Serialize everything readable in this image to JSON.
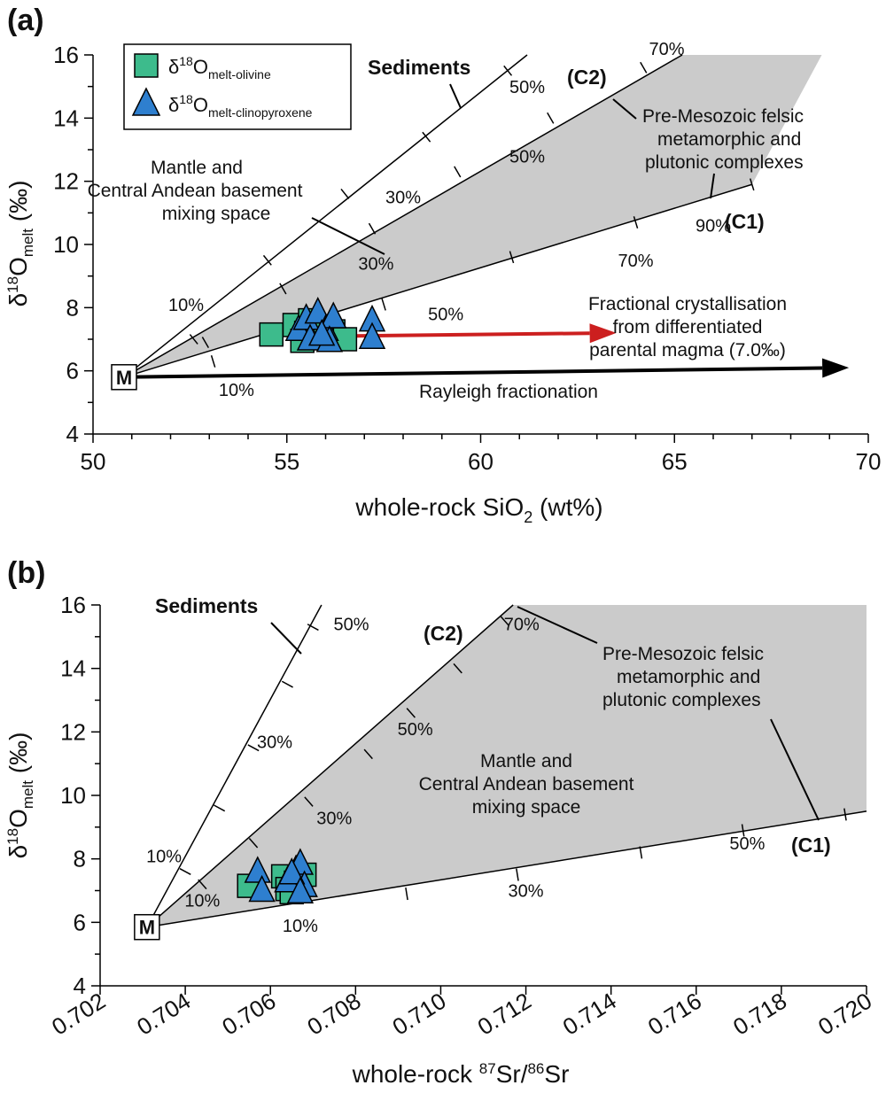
{
  "chart_data": [
    {
      "type": "scatter",
      "panel_label": "(a)",
      "xlabel_main": "whole-rock SiO",
      "xlabel_sub": "2",
      "xlabel_tail": " (wt%)",
      "ylabel_main": "δ",
      "ylabel_sup": "18",
      "ylabel_o": "O",
      "ylabel_sub": "melt",
      "ylabel_tail": " (‰)",
      "xlim": [
        50,
        70
      ],
      "ylim": [
        4,
        16
      ],
      "xticks": [
        50,
        55,
        60,
        65,
        70
      ],
      "xtick_labels": [
        "50",
        "55",
        "60",
        "65",
        "70"
      ],
      "yticks": [
        4,
        6,
        8,
        10,
        12,
        14,
        16
      ],
      "ytick_labels": [
        "4",
        "6",
        "8",
        "10",
        "12",
        "14",
        "16"
      ],
      "grid": false,
      "legend_position": "top-left",
      "legend": [
        {
          "marker": "square",
          "label_main": "δ",
          "label_sup": "18",
          "label_o": "O",
          "label_sub": "melt-olivine",
          "color": "#3dbb8c"
        },
        {
          "marker": "triangle",
          "label_main": "δ",
          "label_sup": "18",
          "label_o": "O",
          "label_sub": "melt-clinopyroxene",
          "color": "#2e7fcf"
        }
      ],
      "mantle_point": {
        "x": 50.8,
        "y": 5.8,
        "label": "M"
      },
      "shaded_region": [
        [
          50.8,
          5.8
        ],
        [
          65.2,
          16
        ],
        [
          68.8,
          16
        ],
        [
          67.0,
          11.9
        ]
      ],
      "mixing_curves": [
        {
          "name": "Sediments",
          "end": [
            61.2,
            16
          ],
          "ticks": [
            [
              52.6,
              7.0
            ],
            [
              54.5,
              9.5
            ],
            [
              56.5,
              11.6
            ],
            [
              58.6,
              13.4
            ],
            [
              60.7,
              15.5
            ]
          ],
          "tick_labels": [
            {
              "text": "10%",
              "x": 52.4,
              "y": 7.9
            },
            {
              "text": "30%",
              "x": 58.0,
              "y": 11.3
            },
            {
              "text": "50%",
              "x": 61.2,
              "y": 14.8
            }
          ]
        },
        {
          "name": "C2",
          "end": [
            65.2,
            16
          ],
          "ticks": [
            [
              52.9,
              6.9
            ],
            [
              54.9,
              8.6
            ],
            [
              57.2,
              10.5
            ],
            [
              59.4,
              12.3
            ],
            [
              61.8,
              14.0
            ],
            [
              64.2,
              15.6
            ]
          ],
          "tick_labels": [
            {
              "text": "30%",
              "x": 57.3,
              "y": 9.2
            },
            {
              "text": "50%",
              "x": 61.2,
              "y": 12.6
            },
            {
              "text": "70%",
              "x": 64.8,
              "y": 16.0
            }
          ]
        },
        {
          "name": "C1",
          "end": [
            67.0,
            11.9
          ],
          "ticks": [
            [
              53.1,
              6.3
            ],
            [
              57.5,
              8.1
            ],
            [
              60.8,
              9.6
            ],
            [
              64.0,
              10.7
            ],
            [
              67.0,
              11.9
            ]
          ],
          "tick_labels": [
            {
              "text": "10%",
              "x": 53.7,
              "y": 5.2
            },
            {
              "text": "50%",
              "x": 59.1,
              "y": 7.6
            },
            {
              "text": "70%",
              "x": 64.0,
              "y": 9.3
            },
            {
              "text": "90%",
              "x": 66.0,
              "y": 10.4
            }
          ]
        }
      ],
      "olivine_points": [
        {
          "x": 54.6,
          "y": 7.15
        },
        {
          "x": 55.2,
          "y": 7.45
        },
        {
          "x": 55.5,
          "y": 7.2
        },
        {
          "x": 55.8,
          "y": 7.05
        },
        {
          "x": 56.2,
          "y": 7.25
        },
        {
          "x": 56.5,
          "y": 7.0
        },
        {
          "x": 55.6,
          "y": 7.6
        },
        {
          "x": 55.4,
          "y": 6.95
        }
      ],
      "clinopyroxene_points": [
        {
          "x": 55.3,
          "y": 7.3
        },
        {
          "x": 55.5,
          "y": 7.65
        },
        {
          "x": 55.8,
          "y": 7.85
        },
        {
          "x": 56.0,
          "y": 7.3
        },
        {
          "x": 56.2,
          "y": 7.7
        },
        {
          "x": 55.6,
          "y": 7.0
        },
        {
          "x": 56.1,
          "y": 6.95
        },
        {
          "x": 57.2,
          "y": 7.6
        },
        {
          "x": 57.2,
          "y": 7.05
        },
        {
          "x": 55.9,
          "y": 7.15
        }
      ],
      "arrows": [
        {
          "label": "red",
          "from": [
            56.5,
            7.1
          ],
          "to": [
            63.5,
            7.2
          ],
          "color": "#cc1f1f"
        },
        {
          "label": "black",
          "from": [
            50.8,
            5.8
          ],
          "to": [
            69.5,
            6.1
          ],
          "color": "#000000"
        }
      ],
      "annotations": [
        {
          "text": "Sediments",
          "bold": true
        },
        {
          "text": "(C2)",
          "bold": true
        },
        {
          "text": "(C1)",
          "bold": true
        },
        {
          "text": "Pre-Mesozoic felsic"
        },
        {
          "text": "metamorphic and"
        },
        {
          "text": "plutonic complexes"
        },
        {
          "text": "Mantle and"
        },
        {
          "text": "Central Andean basement"
        },
        {
          "text": "mixing space"
        },
        {
          "text": "Fractional crystallisation"
        },
        {
          "text": "from differentiated"
        },
        {
          "text": "parental magma (7.0‰)"
        },
        {
          "text": "Rayleigh fractionation"
        }
      ]
    },
    {
      "type": "scatter",
      "panel_label": "(b)",
      "xlabel_main": "whole-rock ",
      "xlabel_sup1": "87",
      "xlabel_mid": "Sr/",
      "xlabel_sup2": "86",
      "xlabel_tail": "Sr",
      "ylabel_main": "δ",
      "ylabel_sup": "18",
      "ylabel_o": "O",
      "ylabel_sub": "melt",
      "ylabel_tail": " (‰)",
      "xlim": [
        0.702,
        0.72
      ],
      "ylim": [
        4,
        16
      ],
      "xticks": [
        0.702,
        0.704,
        0.706,
        0.708,
        0.71,
        0.712,
        0.714,
        0.716,
        0.718,
        0.72
      ],
      "xtick_labels": [
        "0.702",
        "0.704",
        "0.706",
        "0.708",
        "0.710",
        "0.712",
        "0.714",
        "0.716",
        "0.718",
        "0.720"
      ],
      "yticks": [
        4,
        6,
        8,
        10,
        12,
        14,
        16
      ],
      "ytick_labels": [
        "4",
        "6",
        "8",
        "10",
        "12",
        "14",
        "16"
      ],
      "grid": false,
      "mantle_point": {
        "x": 0.7031,
        "y": 5.85,
        "label": "M"
      },
      "shaded_region": [
        [
          0.7031,
          5.85
        ],
        [
          0.7117,
          16
        ],
        [
          0.72,
          16
        ],
        [
          0.72,
          9.5
        ]
      ],
      "mixing_curves": [
        {
          "name": "Sediments",
          "end": [
            0.7072,
            16
          ],
          "ticks": [
            [
              0.704,
              7.6
            ],
            [
              0.7048,
              9.6
            ],
            [
              0.7056,
              11.5
            ],
            [
              0.7064,
              13.5
            ],
            [
              0.707,
              15.3
            ]
          ],
          "tick_labels": [
            {
              "text": "10%",
              "x": 0.7035,
              "y": 7.9
            },
            {
              "text": "30%",
              "x": 0.7061,
              "y": 11.5
            },
            {
              "text": "50%",
              "x": 0.7079,
              "y": 15.2
            }
          ]
        },
        {
          "name": "C2",
          "end": [
            0.7117,
            16
          ],
          "ticks": [
            [
              0.7044,
              7.2
            ],
            [
              0.7056,
              8.5
            ],
            [
              0.7069,
              9.8
            ],
            [
              0.7083,
              11.3
            ],
            [
              0.7093,
              12.6
            ],
            [
              0.7104,
              14.0
            ],
            [
              0.7115,
              15.5
            ]
          ],
          "tick_labels": [
            {
              "text": "10%",
              "x": 0.7044,
              "y": 6.5
            },
            {
              "text": "30%",
              "x": 0.7075,
              "y": 9.1
            },
            {
              "text": "50%",
              "x": 0.7094,
              "y": 11.9
            },
            {
              "text": "70%",
              "x": 0.7119,
              "y": 15.2
            }
          ]
        },
        {
          "name": "C1",
          "end": [
            0.72,
            9.5
          ],
          "ticks": [
            [
              0.7092,
              6.9
            ],
            [
              0.7118,
              7.5
            ],
            [
              0.7147,
              8.2
            ],
            [
              0.7171,
              8.9
            ],
            [
              0.7195,
              9.4
            ]
          ],
          "tick_labels": [
            {
              "text": "10%",
              "x": 0.7067,
              "y": 5.7
            },
            {
              "text": "30%",
              "x": 0.712,
              "y": 6.8
            },
            {
              "text": "50%",
              "x": 0.7172,
              "y": 8.3
            }
          ]
        }
      ],
      "olivine_points": [
        {
          "x": 0.7055,
          "y": 7.15
        },
        {
          "x": 0.7063,
          "y": 7.45
        },
        {
          "x": 0.7064,
          "y": 7.05
        },
        {
          "x": 0.7066,
          "y": 7.25
        },
        {
          "x": 0.7068,
          "y": 7.5
        },
        {
          "x": 0.7065,
          "y": 6.95
        }
      ],
      "clinopyroxene_points": [
        {
          "x": 0.7057,
          "y": 7.6
        },
        {
          "x": 0.7058,
          "y": 7.0
        },
        {
          "x": 0.7064,
          "y": 7.3
        },
        {
          "x": 0.7066,
          "y": 7.65
        },
        {
          "x": 0.7067,
          "y": 7.85
        },
        {
          "x": 0.7068,
          "y": 7.15
        },
        {
          "x": 0.7065,
          "y": 7.55
        },
        {
          "x": 0.7067,
          "y": 6.95
        }
      ],
      "annotations": [
        {
          "text": "Sediments",
          "bold": true
        },
        {
          "text": "(C2)",
          "bold": true
        },
        {
          "text": "(C1)",
          "bold": true
        },
        {
          "text": "Pre-Mesozoic felsic"
        },
        {
          "text": "metamorphic and"
        },
        {
          "text": "plutonic complexes"
        },
        {
          "text": "Mantle and"
        },
        {
          "text": "Central Andean basement"
        },
        {
          "text": "mixing space"
        }
      ]
    }
  ]
}
